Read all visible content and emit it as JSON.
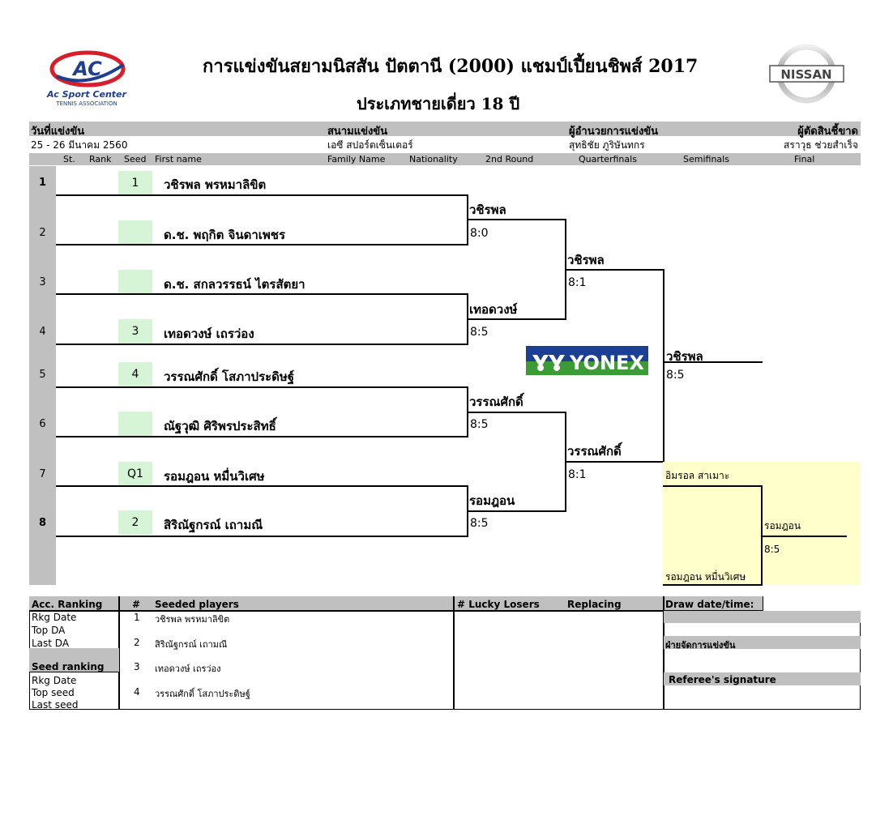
{
  "title": "การแข่งขันสยามนิสสัน ปัตตานี (2000) แชมป์เปี้ยนชิพส์ 2017",
  "subtitle": "ประเภทชายเดี่ยว 18 ปี",
  "logo_ac": {
    "mark": "AC",
    "line1": "Ac Sport Center",
    "line2": "TENNIS ASSOCIATION"
  },
  "logo_nissan": "NISSAN",
  "sponsor": "YONEX",
  "info": {
    "date_label": "วันที่แข่งขัน",
    "date_value": "25 - 26 มีนาคม 2560",
    "venue_label": "สนามแข่งขัน",
    "venue_value": "เอซี สปอร์ตเซ็นเตอร์",
    "director_label": "ผู้อำนวยการแข่งขัน",
    "director_value": "สุทธิชัย ภูริษันทกร",
    "referee_label": "ผู้ตัดสินชี้ขาด",
    "referee_value": "สราวุธ ช่วยสำเร็จ"
  },
  "columns": {
    "st": "St.",
    "rank": "Rank",
    "seed": "Seed",
    "first_name": "First name",
    "family_name": "Family Name",
    "nationality": "Nationality",
    "round2": "2nd Round",
    "qf": "Quarterfinals",
    "sf": "Semifinals",
    "final": "Final"
  },
  "players": [
    {
      "no": "1",
      "seed": "1",
      "name": "วชิรพล  พรหมาลิขิต"
    },
    {
      "no": "2",
      "seed": "",
      "name": "ด.ช. พฤกิต  จินดาเพชร"
    },
    {
      "no": "3",
      "seed": "",
      "name": "ด.ช. สกลวรรธน์  ไตรสัตยา"
    },
    {
      "no": "4",
      "seed": "3",
      "name": "เทอดวงษ์  เถรว่อง"
    },
    {
      "no": "5",
      "seed": "4",
      "name": "วรรณศักดิ์  โสภาประดิษฐ์"
    },
    {
      "no": "6",
      "seed": "",
      "name": "ณัฐวุฒิ  ศิริพรประสิทธิ์"
    },
    {
      "no": "7",
      "seed": "Q1",
      "name": "รอมฎอน  หมื่นวิเศษ"
    },
    {
      "no": "8",
      "seed": "2",
      "name": "สิริณัฐกรณ์  เถามณี"
    }
  ],
  "round2": [
    {
      "name": "วชิรพล",
      "score": "8:0"
    },
    {
      "name": "เทอดวงษ์",
      "score": "8:5"
    },
    {
      "name": "วรรณศักดิ์",
      "score": "8:5"
    },
    {
      "name": "รอมฎอน",
      "score": "8:5"
    }
  ],
  "quarterfinals": [
    {
      "name": "วชิรพล",
      "score": "8:1"
    },
    {
      "name": "วรรณศักดิ์",
      "score": "8:1"
    }
  ],
  "semifinal": {
    "name": "วชิรพล",
    "score": "8:5"
  },
  "consolation": {
    "top": "อิมรอล  สาเมาะ",
    "bottom": "รอมฎอน  หมื่นวิเศษ",
    "winner": "รอมฎอน",
    "score": "8:5"
  },
  "footer": {
    "acc_ranking": "Acc. Ranking",
    "rkg_date": "Rkg Date",
    "top_da": "Top DA",
    "last_da": "Last DA",
    "seed_ranking": "Seed ranking",
    "rkg_date2": "Rkg Date",
    "top_seed": "Top seed",
    "last_seed": "Last seed",
    "hash": "#",
    "seeded_players": "Seeded players",
    "seeded": [
      {
        "no": "1",
        "name": "วชิรพล  พรหมาลิขิต"
      },
      {
        "no": "2",
        "name": "สิริณัฐกรณ์  เถามณี"
      },
      {
        "no": "3",
        "name": "เทอดวงษ์  เถรว่อง"
      },
      {
        "no": "4",
        "name": "วรรณศักดิ์  โสภาประดิษฐ์"
      }
    ],
    "lucky_losers": "#  Lucky Losers",
    "replacing": "Replacing",
    "draw_datetime": "Draw date/time:",
    "organizer": "ฝ่ายจัดการแข่งขัน",
    "referee_signature": "Referee's signature"
  }
}
